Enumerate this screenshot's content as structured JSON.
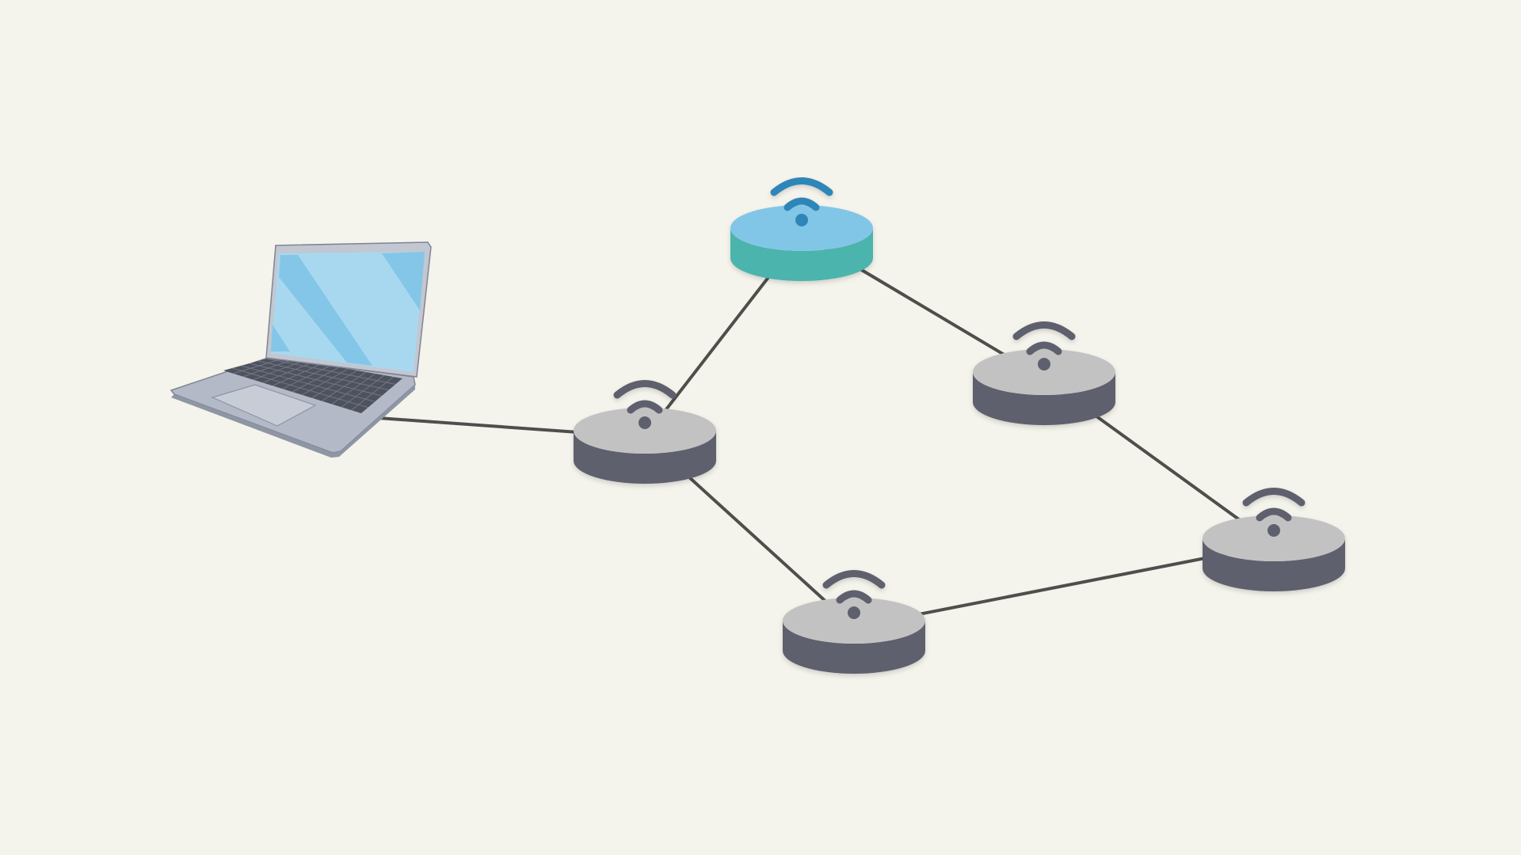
{
  "diagram": {
    "type": "mesh-network",
    "colors": {
      "background": "#f4f3ec",
      "link": "#4e4e4c",
      "node_top": "#c3c2c3",
      "node_side": "#5e616d",
      "node_wifi": "#5e616d",
      "primary_top": "#82c6e7",
      "primary_side": "#4bb4ac",
      "primary_wifi": "#2f86b8",
      "laptop_body": "#b3b9c6",
      "laptop_screen": "#a8d8ef",
      "laptop_keys": "#4d525e"
    },
    "nodes": [
      {
        "id": "laptop",
        "kind": "laptop",
        "icon": "laptop-icon"
      },
      {
        "id": "primary-router",
        "kind": "router",
        "role": "primary",
        "icon": "wifi-icon"
      },
      {
        "id": "node-left",
        "kind": "satellite",
        "icon": "wifi-icon"
      },
      {
        "id": "node-upper-right",
        "kind": "satellite",
        "icon": "wifi-icon"
      },
      {
        "id": "node-bottom",
        "kind": "satellite",
        "icon": "wifi-icon"
      },
      {
        "id": "node-right",
        "kind": "satellite",
        "icon": "wifi-icon"
      }
    ],
    "links": [
      [
        "laptop",
        "node-left"
      ],
      [
        "node-left",
        "primary-router"
      ],
      [
        "primary-router",
        "node-upper-right"
      ],
      [
        "node-upper-right",
        "node-right"
      ],
      [
        "node-right",
        "node-bottom"
      ],
      [
        "node-bottom",
        "node-left"
      ]
    ]
  }
}
